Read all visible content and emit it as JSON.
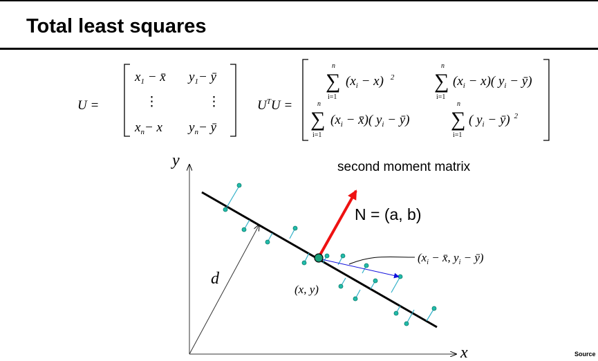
{
  "slide": {
    "title": "Total least squares",
    "source_label": "Source"
  },
  "equations": {
    "U_label": "U =",
    "U_row1_c1": "x",
    "U_row1_c1_sub": "1",
    "U_row1_c1_rest": " − x̄",
    "U_row1_c2": "y",
    "U_row1_c2_sub": "1",
    "U_row1_c2_rest": "− ȳ",
    "U_dots": "⋮",
    "U_rown_c1": "x",
    "U_rown_c1_sub": "n",
    "U_rown_c1_rest": "− x",
    "U_rown_c2": "y",
    "U_rown_c2_sub": "n",
    "U_rown_c2_rest": "− ȳ",
    "UTU_label": "U",
    "UTU_sup": "T",
    "UTU_rest": "U =",
    "sum_symbol": "∑",
    "sum_upper": "n",
    "sum_lower": "i=1",
    "m11": "(x",
    "m11_sub": "i",
    "m11_rest": " − x)",
    "m11_sup": "2",
    "m12": "(x",
    "m12_sub": "i",
    "m12_mid": " − x)( y",
    "m12_sub2": "i",
    "m12_rest": " − ȳ)",
    "m21": "(x",
    "m21_sub": "i",
    "m21_mid": " − x̄)( y",
    "m21_sub2": "i",
    "m21_rest": " − ȳ)",
    "m22": "( y",
    "m22_sub": "i",
    "m22_rest": " − ȳ)",
    "m22_sup": "2"
  },
  "figure": {
    "y_axis_label": "y",
    "x_axis_label": "x",
    "second_moment_label": "second moment matrix",
    "normal_label": "N = (a, b)",
    "distance_label": "d",
    "point_label": "(x, y)",
    "vector_label": "(x",
    "vector_label_sub1": "i",
    "vector_label_mid": " − x̄, y",
    "vector_label_sub2": "i",
    "vector_label_rest": " − ȳ)"
  },
  "colors": {
    "normal_arrow": "#ee1111",
    "residual": "#30b0c8",
    "point_fill": "#22bbaa",
    "centroid_fill": "#1aa07a",
    "vector_arrow": "#1010dd"
  }
}
